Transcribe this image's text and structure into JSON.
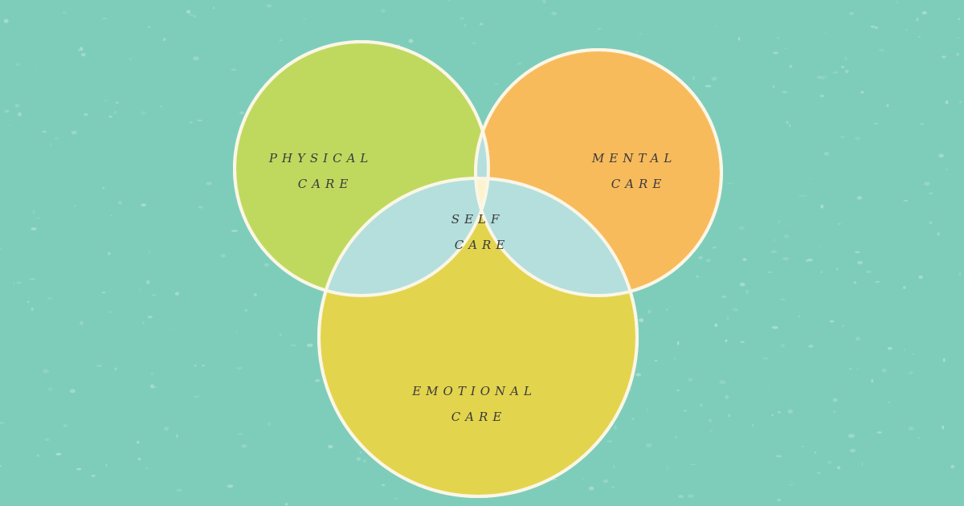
{
  "diagram": {
    "type": "venn",
    "background_color": "#7ecdbb",
    "sets": [
      {
        "id": "physical",
        "lines": [
          "PHYSICAL",
          "CARE"
        ],
        "color": "#bfd95f"
      },
      {
        "id": "mental",
        "lines": [
          "MENTAL",
          "CARE"
        ],
        "color": "#f8bb5c"
      },
      {
        "id": "emotional",
        "lines": [
          "EMOTIONAL",
          "CARE"
        ],
        "color": "#e3d44e"
      }
    ],
    "pairwise_overlap_color": "#b4dfdd",
    "center": {
      "lines": [
        "SELF",
        "CARE"
      ],
      "color": "#fdf3cf"
    },
    "outline_color": "#fbf6e6"
  }
}
